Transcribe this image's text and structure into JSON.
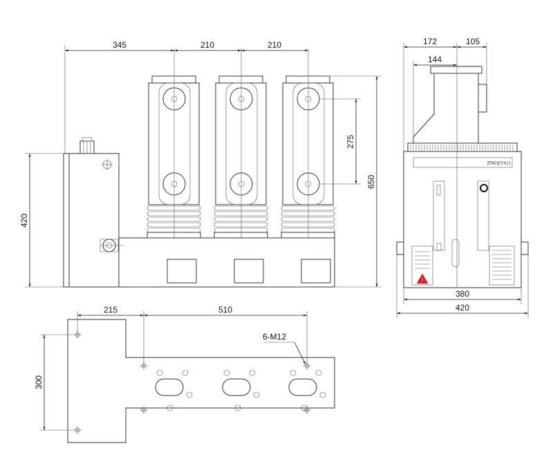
{
  "front_view": {
    "dims": {
      "d345": "345",
      "d210a": "210",
      "d210b": "210",
      "d275": "275",
      "d650": "650",
      "d420": "420"
    }
  },
  "side_view": {
    "dims": {
      "d172": "172",
      "d105": "105",
      "d144": "144",
      "d380": "380",
      "d420": "420"
    },
    "model_label": "ZN63(VS1)"
  },
  "base_plan": {
    "dims": {
      "d215": "215",
      "d510": "510",
      "d300": "300"
    },
    "thread_callout": "6-M12"
  }
}
